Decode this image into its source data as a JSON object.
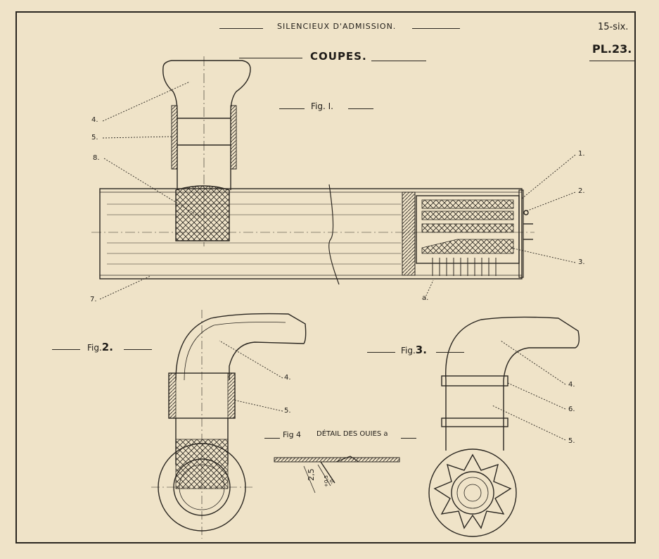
{
  "sheet": {
    "title": "SILENCIEUX D'ADMISSION.",
    "subtitle": "COUPES.",
    "ref": "15-six.",
    "plate": "PL.23."
  },
  "figures": {
    "fig1": "Fig. I.",
    "fig2_prefix": "Fig.",
    "fig2_num": "2.",
    "fig3_prefix": "Fig.",
    "fig3_num": "3.",
    "fig4": "Fig 4",
    "fig4_caption": "DÉTAIL DES OUIES a"
  },
  "fig1_callouts": [
    "4.",
    "5.",
    "8.",
    "1.",
    "2.",
    "3.",
    "7.",
    "a."
  ],
  "fig2_callouts": [
    "4.",
    "5."
  ],
  "fig3_callouts": [
    "4.",
    "6.",
    "5."
  ],
  "fig4_dims": {
    "main": "2,5",
    "tol_plus": "+0,5",
    "tol_minus": "-0"
  },
  "colors": {
    "paper": "#efe3c8",
    "ink": "#1f1c18"
  }
}
